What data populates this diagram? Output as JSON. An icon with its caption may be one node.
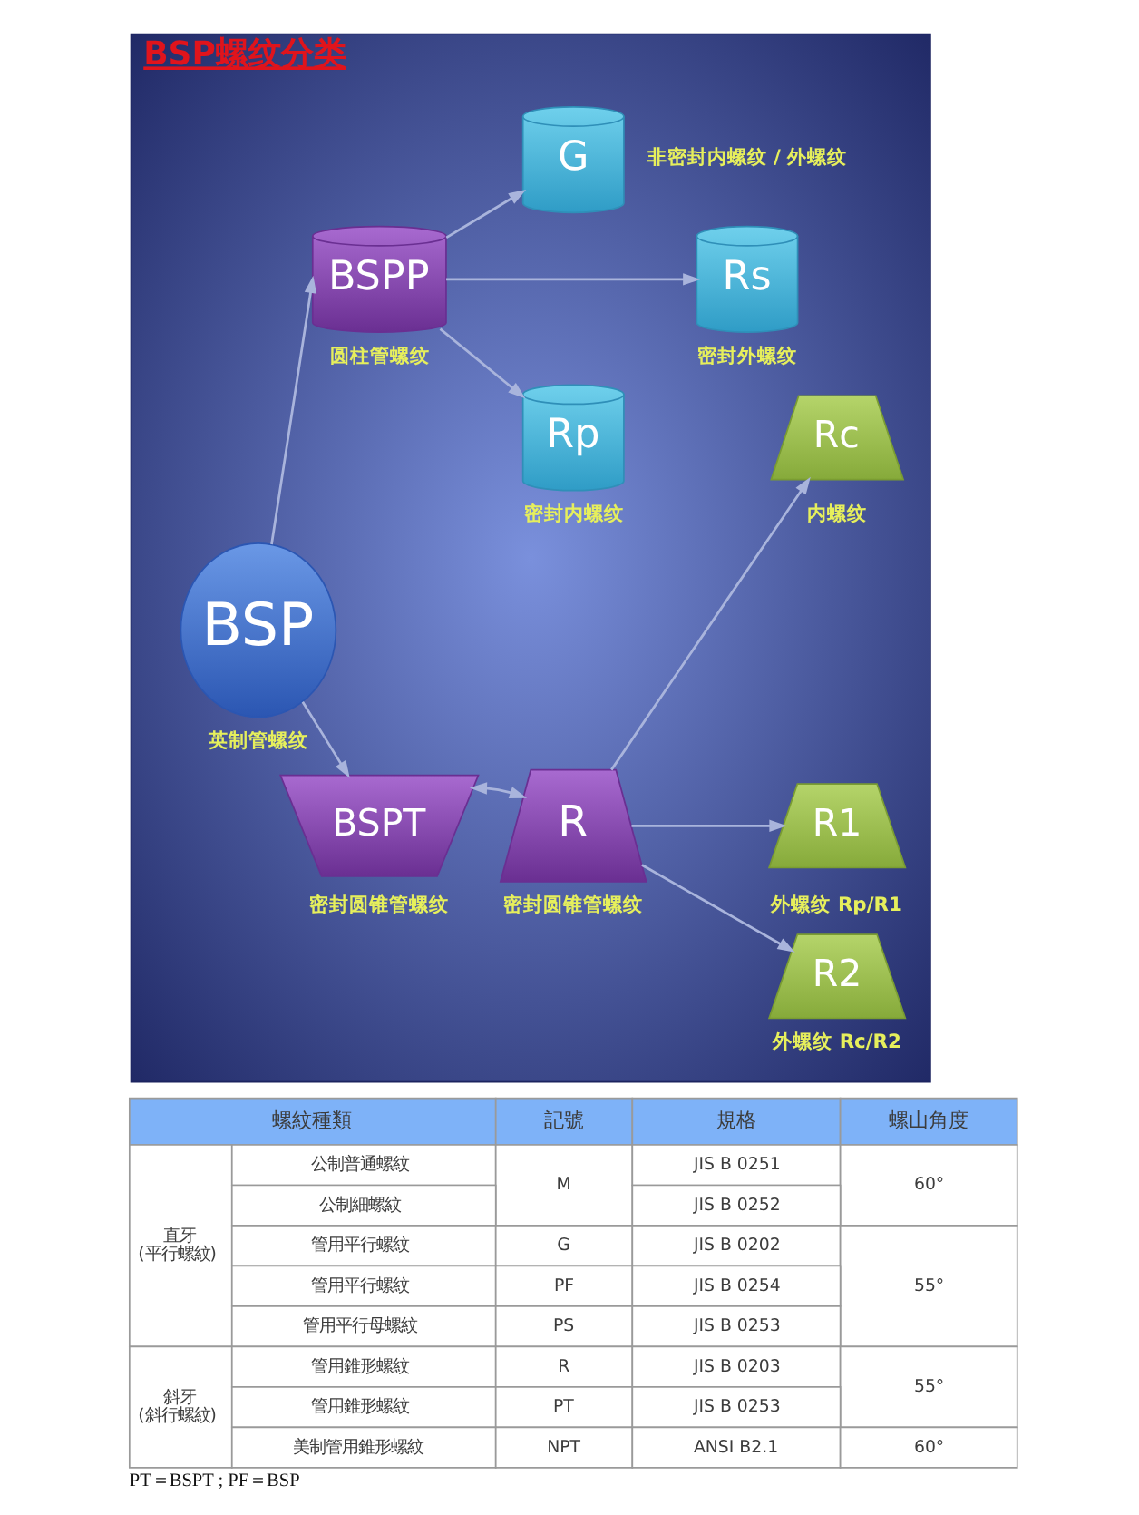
{
  "diagram": {
    "nodes": [
      {
        "text": [
          "BSP螺纹分类"
        ]
      },
      {
        "text": [
          "BSP"
        ],
        "beside": [
          "英制管螺纹"
        ],
        "in": 0
      },
      {
        "text": [
          "BSPP"
        ],
        "beside": [
          "圆柱管螺纹"
        ],
        "in": 0
      },
      {
        "text": [
          "G"
        ],
        "beside": [
          "非密封内螺纹 / 外螺纹"
        ],
        "in": 0
      },
      {
        "text": [
          "Rs"
        ],
        "beside": [
          "密封外螺纹"
        ],
        "in": 0
      },
      {
        "text": [
          "Rp"
        ],
        "beside": [
          "密封内螺纹"
        ],
        "in": 0
      },
      {
        "text": [
          "BSPT"
        ],
        "beside": [
          "密封圆锥管螺纹"
        ],
        "in": 0
      },
      {
        "text": [
          "R"
        ],
        "beside": [
          "密封圆锥管螺纹"
        ],
        "in": 0
      },
      {
        "text": [
          "Rc"
        ],
        "beside": [
          "内螺纹"
        ],
        "in": 0
      },
      {
        "text": [
          "R1"
        ],
        "beside": [
          "外螺纹 Rp/R1"
        ],
        "in": 0
      },
      {
        "text": [
          "R2"
        ],
        "beside": [
          "外螺纹 Rc/R2"
        ],
        "in": 0
      }
    ],
    "edges": [
      {
        "from": 1,
        "to": 2,
        "arrow": "to"
      },
      {
        "from": 1,
        "to": 6,
        "arrow": "to"
      },
      {
        "from": 2,
        "to": 3,
        "arrow": "to"
      },
      {
        "from": 2,
        "to": 4,
        "arrow": "to"
      },
      {
        "from": 2,
        "to": 5,
        "arrow": "to"
      },
      {
        "from": 6,
        "to": 7,
        "arrow": "both"
      },
      {
        "from": 7,
        "to": 8,
        "arrow": "to"
      },
      {
        "from": 7,
        "to": 9,
        "arrow": "to"
      },
      {
        "from": 7,
        "to": 10,
        "arrow": "to"
      }
    ],
    "labels": [
      "螺紋種類",
      "記號",
      "規格",
      "螺山角度",
      "直牙 (平行螺紋)",
      "公制普通螺紋",
      "M",
      "JIS B 0251",
      "60°",
      "公制細螺紋",
      "JIS B 0252",
      "管用平行螺紋",
      "G",
      "JIS B 0202",
      "管用平行螺紋",
      "PF",
      "JIS B 0254",
      "55°",
      "管用平行母螺紋",
      "PS",
      "JIS B 0253",
      "斜牙 (斜行螺紋)",
      "管用錐形螺紋",
      "R",
      "JIS B 0203",
      "55°",
      "管用錐形螺紋",
      "PT",
      "JIS B 0253",
      "美制管用錐形螺紋",
      "NPT",
      "ANSI B2.1",
      "60°",
      "PT＝BSPT ; PF＝BSP"
    ]
  }
}
